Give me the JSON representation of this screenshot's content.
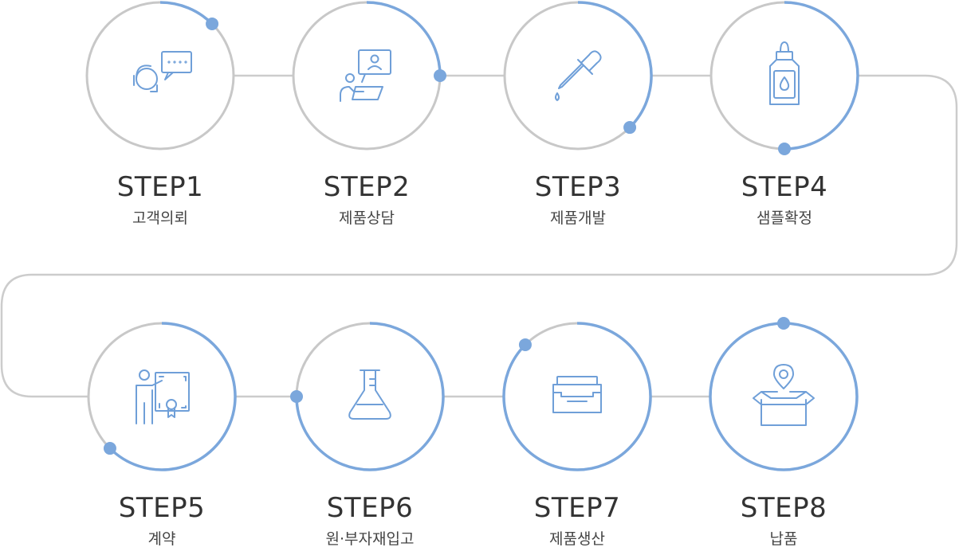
{
  "colors": {
    "accent": "#7ba7dc",
    "ring_gray": "#c8c8c8",
    "icon": "#6f9fd8",
    "text_dark": "#333333"
  },
  "steps": [
    {
      "title": "STEP1",
      "label": "고객의뢰",
      "icon": "consultation-chat-icon",
      "progress": 0.125
    },
    {
      "title": "STEP2",
      "label": "제품상담",
      "icon": "video-consult-icon",
      "progress": 0.25
    },
    {
      "title": "STEP3",
      "label": "제품개발",
      "icon": "dropper-icon",
      "progress": 0.375
    },
    {
      "title": "STEP4",
      "label": "샘플확정",
      "icon": "serum-bottle-icon",
      "progress": 0.5
    },
    {
      "title": "STEP5",
      "label": "계약",
      "icon": "contract-presentation-icon",
      "progress": 0.625
    },
    {
      "title": "STEP6",
      "label": "원·부자재입고",
      "icon": "flask-icon",
      "progress": 0.75
    },
    {
      "title": "STEP7",
      "label": "제품생산",
      "icon": "production-machine-icon",
      "progress": 0.875
    },
    {
      "title": "STEP8",
      "label": "납품",
      "icon": "delivery-box-icon",
      "progress": 1.0
    }
  ]
}
